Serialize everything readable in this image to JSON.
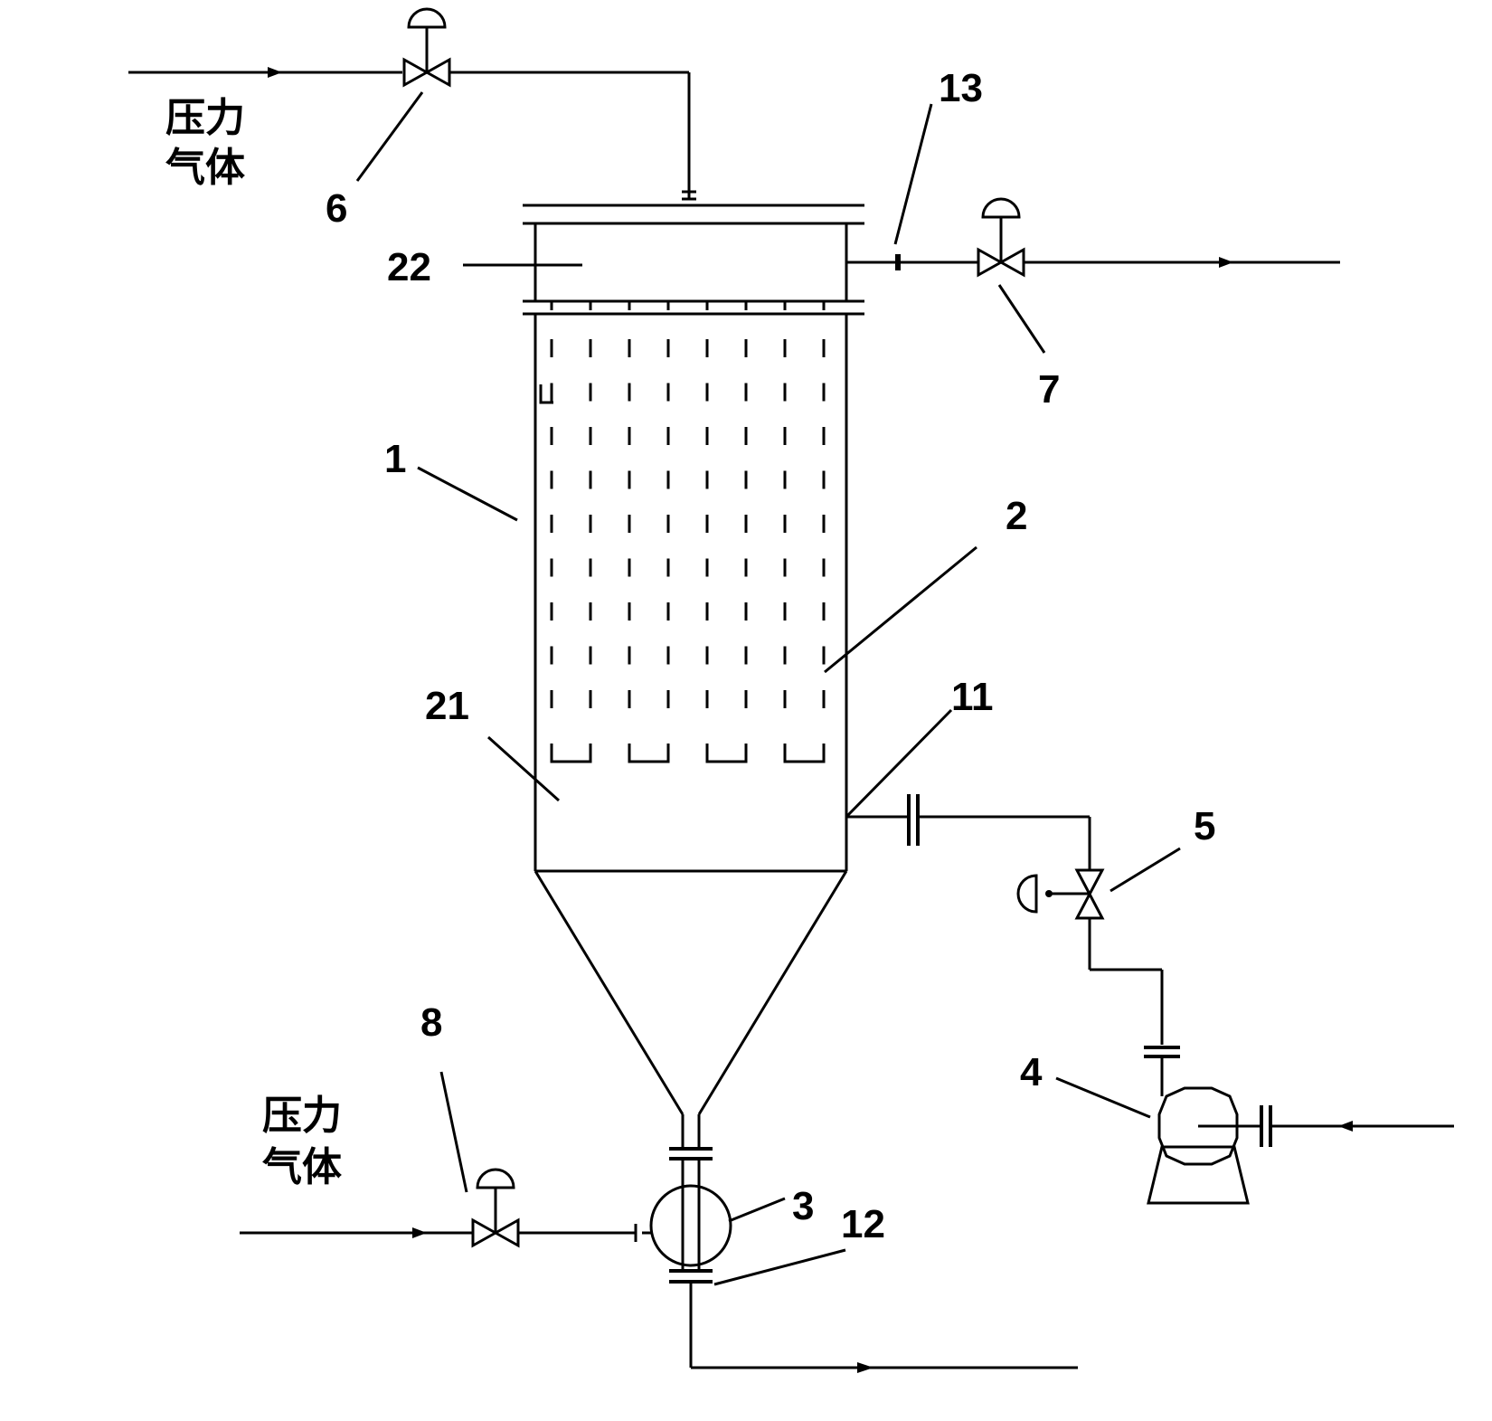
{
  "labels": {
    "gas_top": [
      "压力",
      "气体"
    ],
    "gas_bottom": [
      "压力",
      "气体"
    ],
    "n1": "1",
    "n2": "2",
    "n3": "3",
    "n4": "4",
    "n5": "5",
    "n6": "6",
    "n7": "7",
    "n8": "8",
    "n11": "11",
    "n12": "12",
    "n13": "13",
    "n21": "21",
    "n22": "22"
  },
  "filter_element_columns": 8,
  "filter_element_rows": 9
}
